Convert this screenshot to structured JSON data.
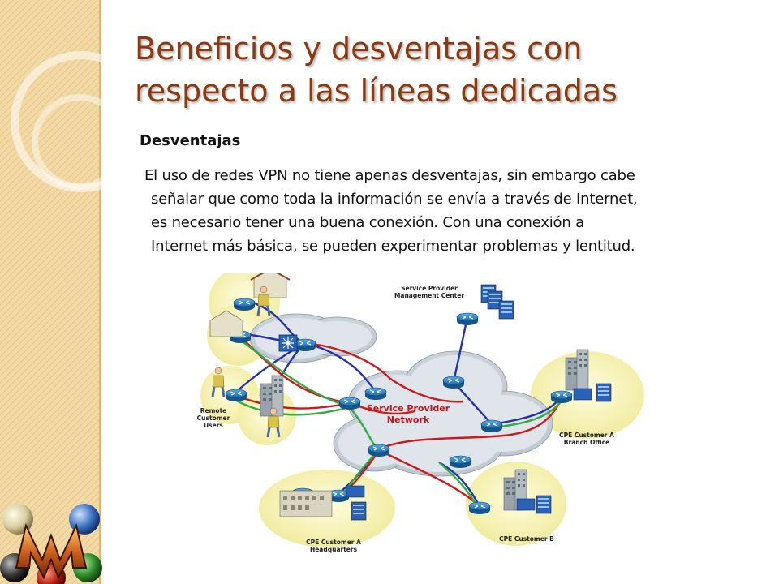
{
  "title": {
    "line1": "Beneficios y desventajas con",
    "line2": "respecto a las líneas dedicadas"
  },
  "subheading": "Desventajas",
  "body_lines": [
    "El uso de redes VPN no tiene apenas desventajas, sin embargo cabe",
    "señalar que como toda la información se envía a través de Internet,",
    "es necesario tener una buena conexión. Con una conexión a",
    "Internet más básica, se pueden experimentar problemas y lentitud."
  ],
  "diagram": {
    "network_label_line1": "Service Provider",
    "network_label_line2": "Network",
    "mgmt_label_line1": "Service Provider",
    "mgmt_label_line2": "Management Center",
    "remote_label_line1": "Remote",
    "remote_label_line2": "Customer",
    "remote_label_line3": "Users",
    "branch_label_line1": "CPE Customer A",
    "branch_label_line2": "Branch Office",
    "hq_label_line1": "CPE Customer A",
    "hq_label_line2": "Headquarters",
    "custb_label": "CPE Customer B"
  },
  "icons": [
    "router-icon",
    "switch-icon",
    "server-icon",
    "house-icon",
    "user-icon",
    "building-icon",
    "mtg-logo-icon"
  ],
  "colors": {
    "title": "#8b3a10",
    "sidebar": "#f3d9a4",
    "link_red": "#cc1a1a",
    "link_blue": "#2233aa",
    "link_green": "#33aa44",
    "router": "#1e6fb0",
    "network_label": "#c8101a"
  }
}
